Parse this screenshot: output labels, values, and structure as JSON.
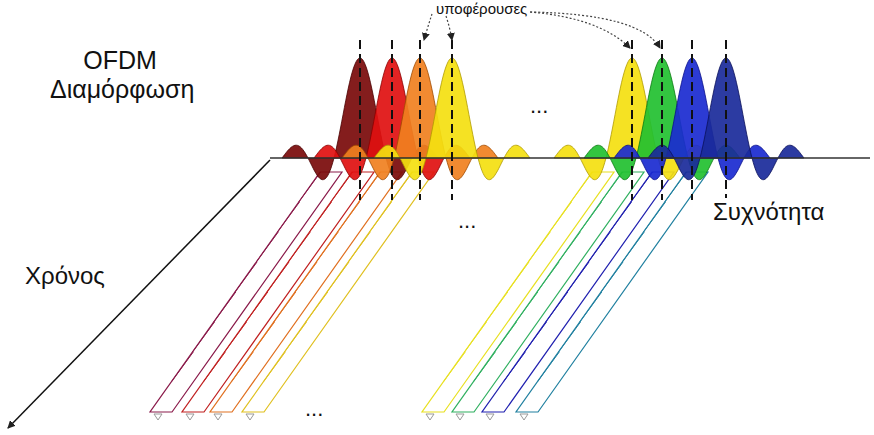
{
  "diagram": {
    "labels": [
      "OFDM Διαμόρφωση",
      "υποφέρουσες",
      "Συχνότητα",
      "Χρόνος",
      "...",
      "...",
      "..."
    ]
  }
}
